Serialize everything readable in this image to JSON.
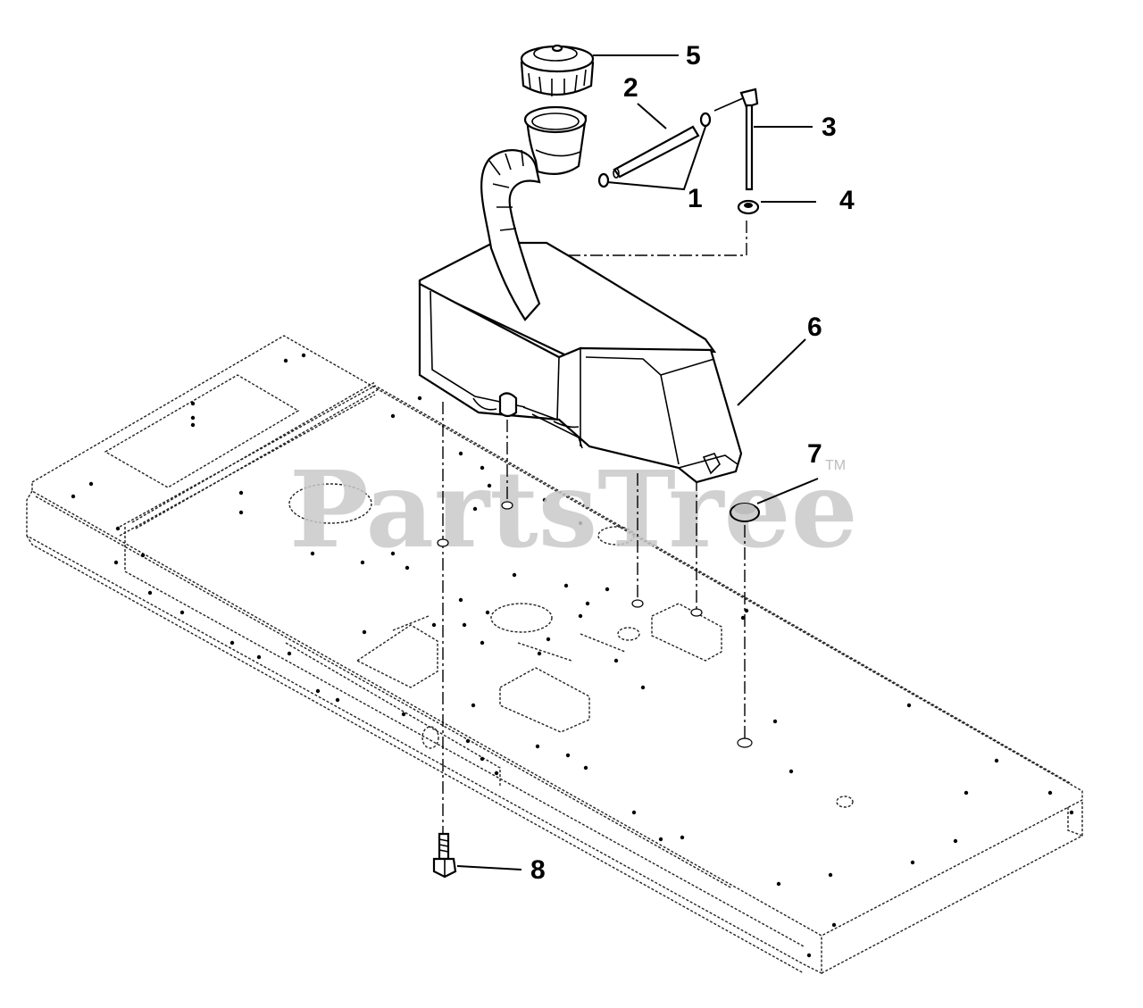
{
  "watermark": {
    "text": "PartsTree",
    "trademark": "TM"
  },
  "colors": {
    "line": "#000000",
    "watermark": "#c9c9c9",
    "background": "#ffffff"
  },
  "callouts": [
    {
      "id": "1",
      "label": "1",
      "part": "hose-clamps"
    },
    {
      "id": "2",
      "label": "2",
      "part": "vent-hose"
    },
    {
      "id": "3",
      "label": "3",
      "part": "fuel-line-fitting"
    },
    {
      "id": "4",
      "label": "4",
      "part": "grommet"
    },
    {
      "id": "5",
      "label": "5",
      "part": "fuel-cap"
    },
    {
      "id": "6",
      "label": "6",
      "part": "fuel-tank"
    },
    {
      "id": "7",
      "label": "7",
      "part": "plug"
    },
    {
      "id": "8",
      "label": "8",
      "part": "bolt"
    }
  ]
}
